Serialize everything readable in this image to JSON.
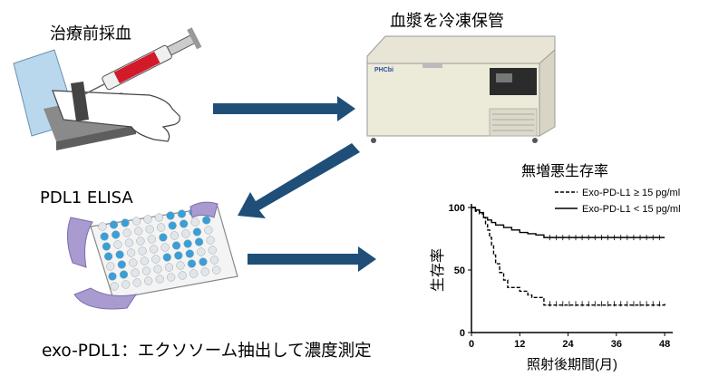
{
  "steps": {
    "blood_draw_label": "治療前採血",
    "freeze_label": "血漿を冷凍保管",
    "elisa_label": "PDL1 ELISA",
    "exo_label": "exo-PDL1：エクソソーム抽出して濃度測定",
    "freezer_brand": "PHCbi"
  },
  "colors": {
    "arrow": "#1f4e79",
    "syringe_blood": "#d21a2a",
    "well_blue": "#3a9fd8",
    "glove": "#a99ad0"
  },
  "chart_data": {
    "type": "line",
    "title": "無増悪生存率",
    "xlabel": "照射後期間(月)",
    "ylabel": "生存率",
    "xlim": [
      0,
      50
    ],
    "ylim": [
      0,
      100
    ],
    "xticks": [
      0,
      12,
      24,
      36,
      48
    ],
    "yticks": [
      0,
      50,
      100
    ],
    "legend_position": "top-right",
    "series": [
      {
        "name": "Exo-PD-L1 ≥ 15 pg/ml",
        "style": "dashed",
        "x": [
          0,
          1,
          2,
          3,
          3.5,
          4,
          4.5,
          5,
          5.5,
          6,
          7,
          8,
          9,
          12,
          13,
          14,
          15,
          18,
          48
        ],
        "y": [
          100,
          97,
          95,
          92,
          87,
          82,
          76,
          70,
          62,
          55,
          48,
          42,
          36,
          33,
          33,
          30,
          28,
          22,
          23
        ]
      },
      {
        "name": "Exo-PD-L1 < 15 pg/ml",
        "style": "solid",
        "x": [
          0,
          1,
          2,
          3,
          4,
          5,
          6,
          8,
          10,
          12,
          14,
          16,
          18,
          48
        ],
        "y": [
          100,
          98,
          96,
          92,
          90,
          88,
          86,
          84,
          82,
          80,
          79,
          78,
          76,
          76
        ]
      }
    ]
  }
}
